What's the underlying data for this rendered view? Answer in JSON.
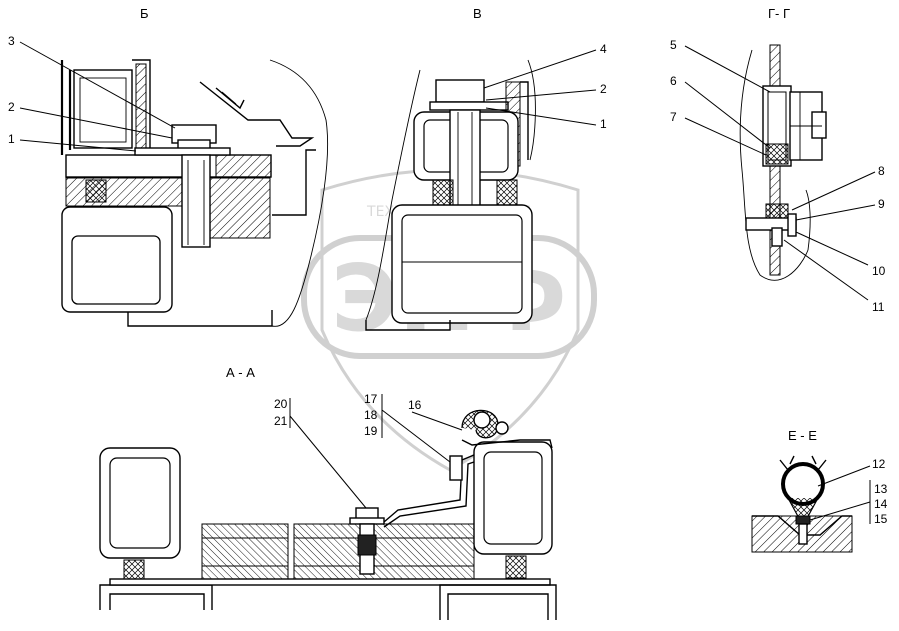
{
  "views": {
    "b": {
      "title": "Б"
    },
    "v": {
      "title": "В"
    },
    "gg": {
      "title": "Г- Г"
    },
    "aa": {
      "title": "А - А"
    },
    "ee": {
      "title": "Е - Е"
    }
  },
  "labels": {
    "b": [
      "3",
      "2",
      "1"
    ],
    "v": [
      "4",
      "2",
      "1"
    ],
    "gg": [
      "5",
      "6",
      "7",
      "8",
      "9",
      "10",
      "11"
    ],
    "aa_left": [
      "20",
      "21"
    ],
    "aa_mid": [
      "17",
      "18",
      "19"
    ],
    "aa_16": "16",
    "ee": [
      "12",
      "13",
      "14",
      "15"
    ]
  },
  "watermark": {
    "brand": "ЭПФ",
    "subtitle": "ТЕХНИКА И ЗАПЧАСТИ"
  }
}
